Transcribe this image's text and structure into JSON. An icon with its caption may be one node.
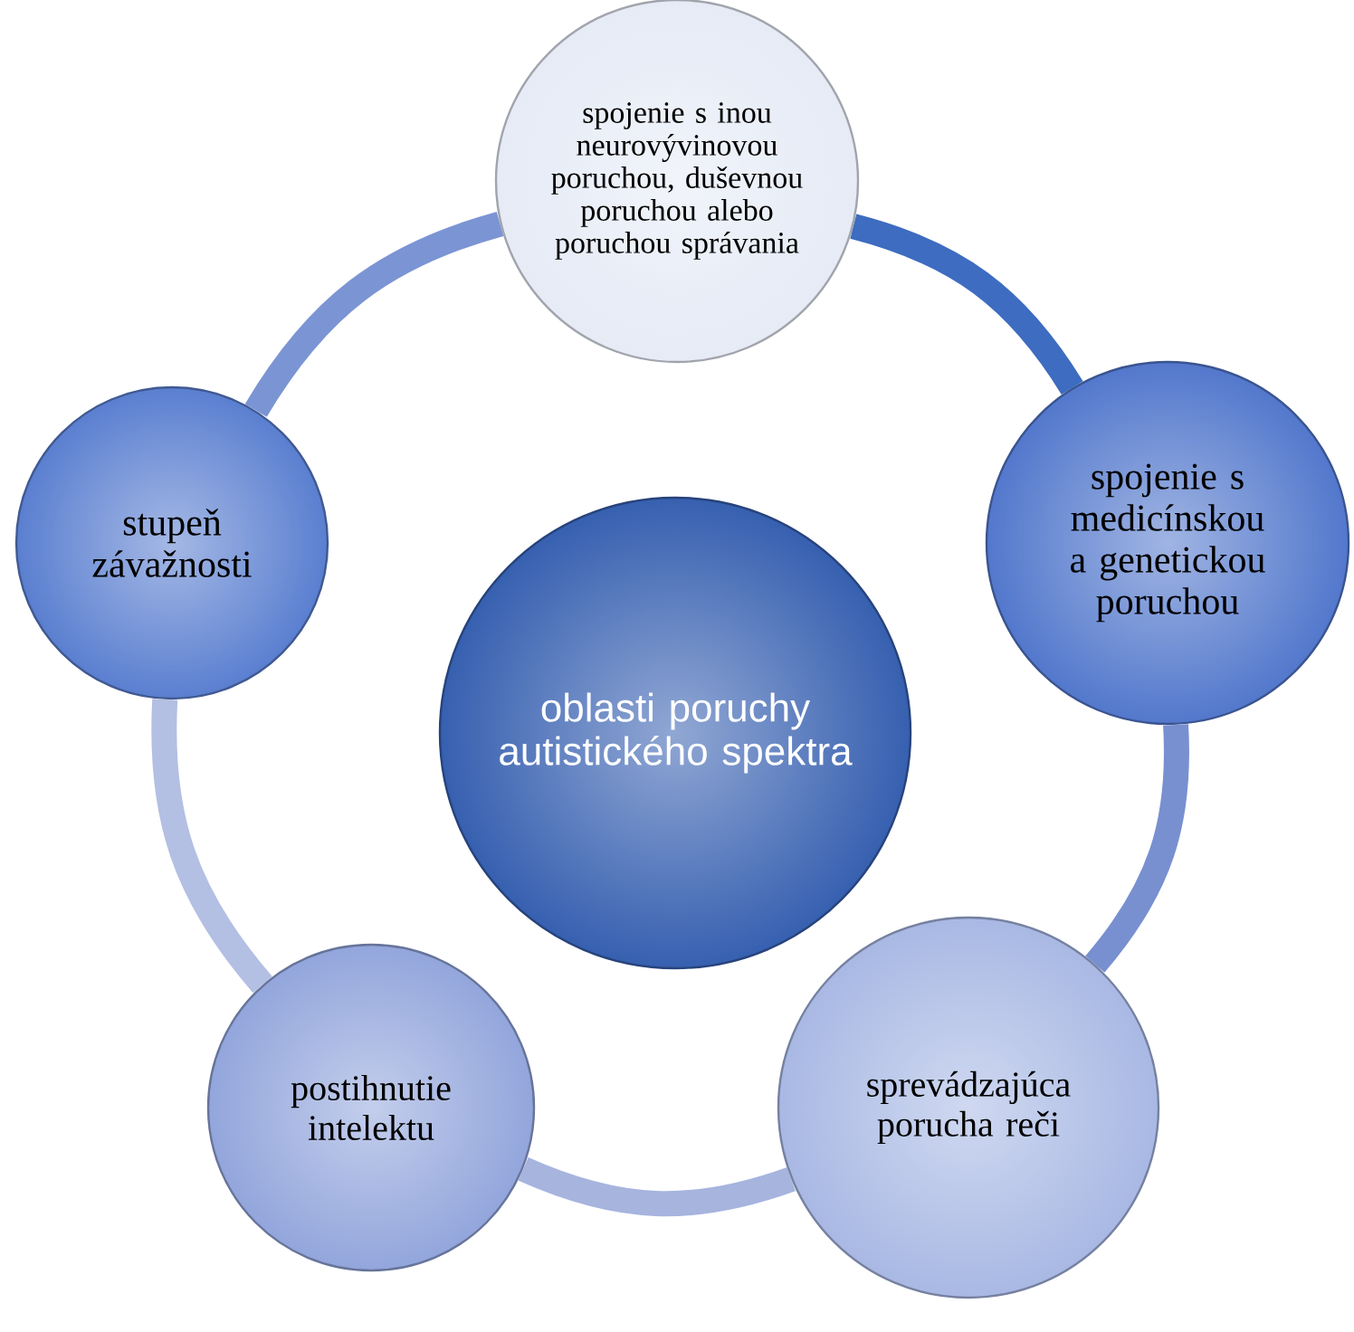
{
  "diagram": {
    "nodes": [
      {
        "text": [
          "spojenie s inou neurovývinovou poruchou, duševnou poruchou alebo poruchou správania"
        ]
      },
      {
        "text": [
          "stupeň závažnosti"
        ]
      },
      {
        "text": [
          "oblasti poruchy autistického spektra"
        ]
      },
      {
        "text": [
          "spojenie s medicínskou a genetickou poruchou"
        ]
      },
      {
        "text": [
          "postihnutie intelektu"
        ]
      },
      {
        "text": [
          "sprevádzajúca porucha reči"
        ]
      }
    ],
    "edges": [
      {
        "from": 0,
        "to": 3,
        "arrow": "none",
        "color": "#3d6cc0"
      },
      {
        "from": 3,
        "to": 5,
        "arrow": "none",
        "color": "#7890d0"
      },
      {
        "from": 5,
        "to": 4,
        "arrow": "none",
        "color": "#a6b4de"
      },
      {
        "from": 4,
        "to": 1,
        "arrow": "none",
        "color": "#b3bfe3"
      },
      {
        "from": 1,
        "to": 0,
        "arrow": "none",
        "color": "#7b94d4"
      }
    ]
  }
}
